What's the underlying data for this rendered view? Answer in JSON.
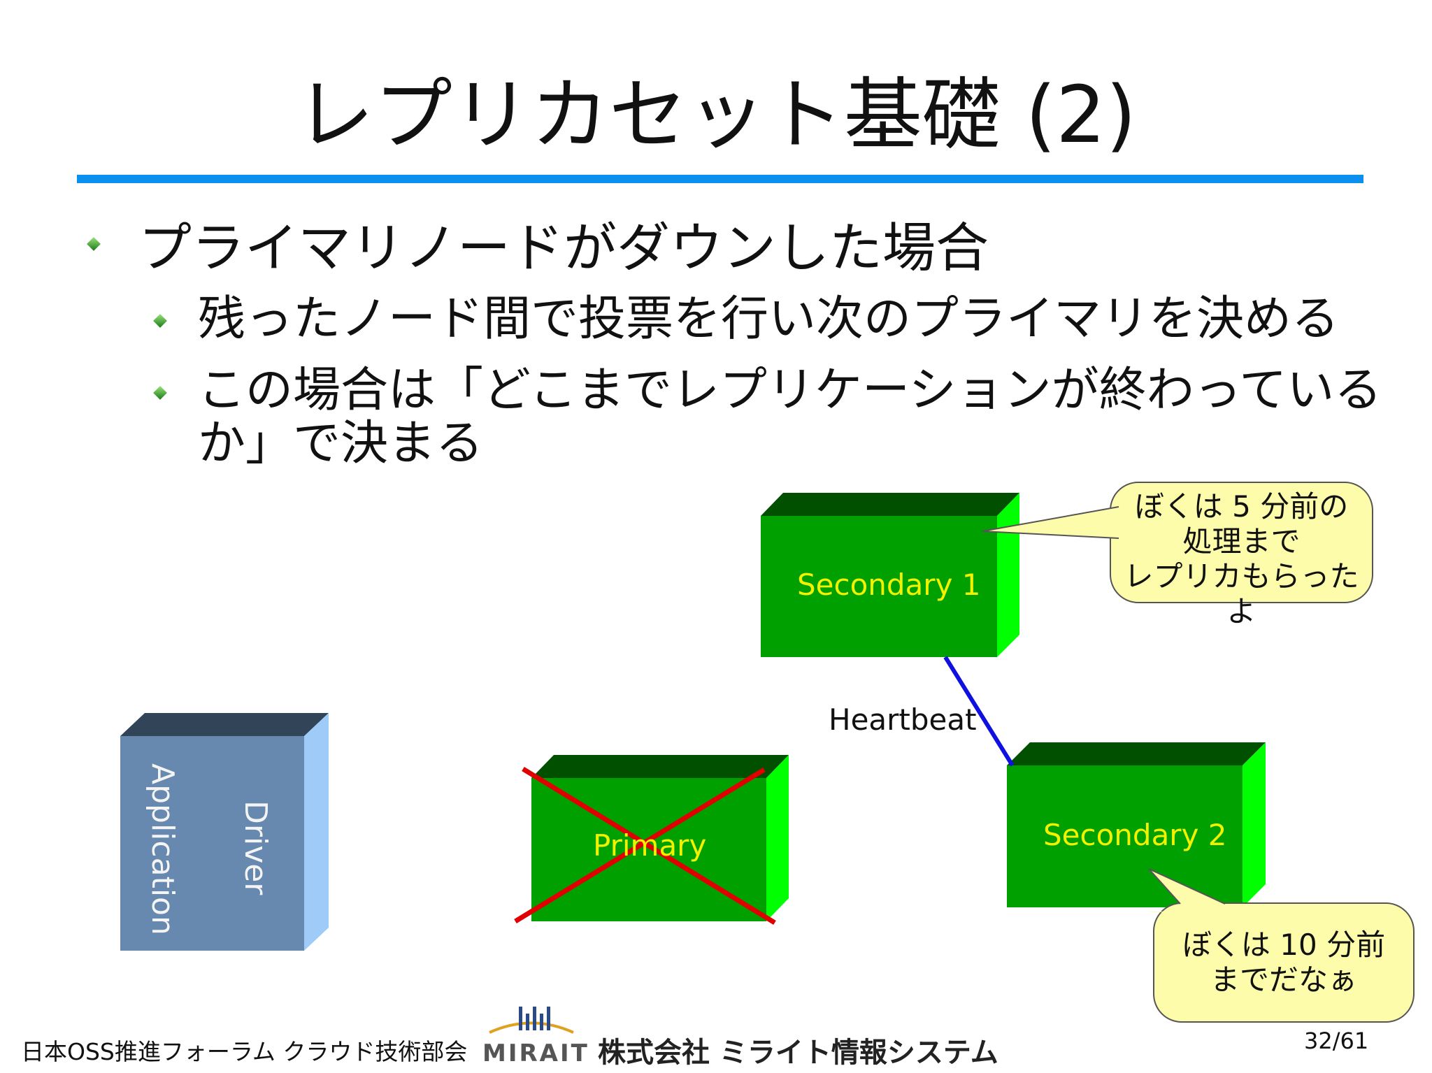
{
  "title": "レプリカセット基礎 (2)",
  "bullets": {
    "level1": "プライマリノードがダウンした場合",
    "level2": [
      "残ったノード間で投票を行い次のプライマリを決める",
      "この場合は「どこまでレプリケーションが終わっている",
      "か」で決まる"
    ]
  },
  "diagram": {
    "app_label": "Application",
    "driver_label": "Driver",
    "primary_label": "Primary",
    "secondary1_label": "Secondary 1",
    "secondary2_label": "Secondary 2",
    "heartbeat_label": "Heartbeat",
    "callout1": [
      "ぼくは 5 分前の",
      "処理まで",
      "レプリカもらったよ"
    ],
    "callout2": [
      "ぼくは 10 分前",
      "までだなぁ"
    ],
    "colors": {
      "box_front": "#00a000",
      "box_top": "#005000",
      "box_side": "#00ff00",
      "box_text": "#f2f200",
      "app_front": "#6789b0",
      "app_top": "#324558",
      "app_side": "#9ecbf8",
      "heartbeat_line": "#1010e0",
      "cross": "#e00000",
      "callout_fill": "#fdfcaa"
    }
  },
  "footer": {
    "org": "日本OSS推進フォーラム クラウド技術部会",
    "logo_word": "MIRAIT",
    "company": "株式会社 ミライト情報システム",
    "page": "32/61"
  }
}
